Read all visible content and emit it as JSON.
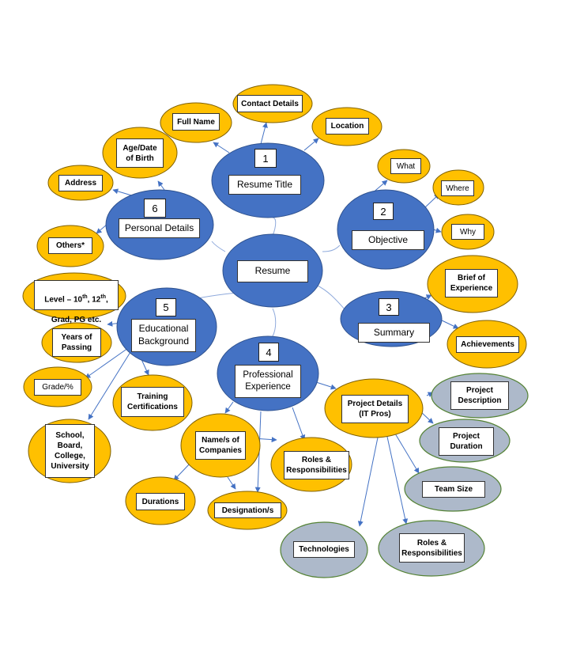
{
  "colors": {
    "blue_fill": "#4472c4",
    "blue_stroke": "#2f528f",
    "gold_fill": "#ffc000",
    "gold_stroke": "#7f6000",
    "grey_fill": "#adb9ca",
    "grey_stroke": "#548235",
    "edge": "#4472c4"
  },
  "nodes": {
    "resume": "Resume",
    "resume_title": "Resume Title",
    "objective": "Objective",
    "summary": "Summary",
    "professional_experience": "Professional Experience",
    "educational_background": "Educational Background",
    "personal_details": "Personal Details",
    "contact_details": "Contact Details",
    "full_name": "Full Name",
    "location": "Location",
    "what": "What",
    "where": "Where",
    "why": "Why",
    "brief_of_experience": "Brief of Experience",
    "achievements": "Achievements",
    "project_details": "Project Details\n(IT Pros)",
    "project_description": "Project Description",
    "project_duration": "Project Duration",
    "team_size": "Team Size",
    "technologies": "Technologies",
    "roles_it": "Roles &\nResponsibilities",
    "roles": "Roles &\nResponsibilities",
    "names_of_companies": "Name/s of\nCompanies",
    "durations": "Durations",
    "designations": "Designation/s",
    "level_main": "Level – 10",
    "level_sup1": "th",
    "level_mid": ", 12",
    "level_sup2": "th",
    "level_end": ",",
    "level_line2": "Grad, PG etc.",
    "years_of_passing": "Years of\nPassing",
    "grade": "Grade/%",
    "school": "School,\nBoard,\nCollege,\nUniversity",
    "training": "Training\nCertifications",
    "age_dob": "Age/Date\nof Birth",
    "address": "Address",
    "others": "Others*"
  },
  "numbers": {
    "n1": "1",
    "n2": "2",
    "n3": "3",
    "n4": "4",
    "n5": "5",
    "n6": "6"
  }
}
